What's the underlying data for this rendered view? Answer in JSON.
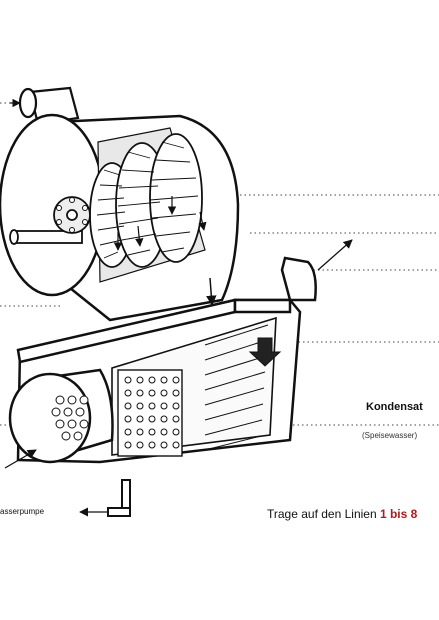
{
  "labels": {
    "kondensat": "Kondensat",
    "speisewasser": "(Speisewasser)",
    "pumpe": "asserpumpe"
  },
  "instruction": {
    "text": "Trage auf den Linien ",
    "range": "1 bis 8"
  },
  "colors": {
    "line": "#111111",
    "accent": "#b01c1c",
    "hatch": "#bbbbbb"
  }
}
